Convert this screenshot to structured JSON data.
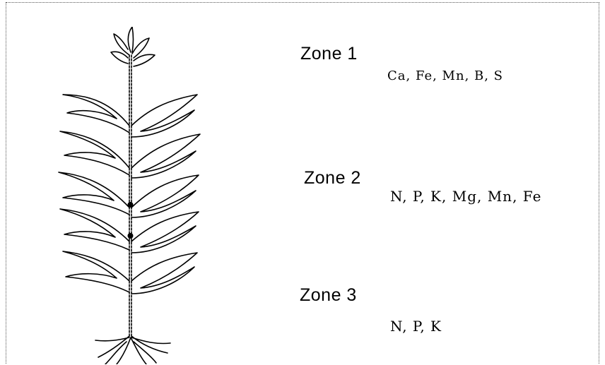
{
  "zones": [
    {
      "title": "Zone 1",
      "nutrients": "Ca, Fe, Mn, B, S"
    },
    {
      "title": "Zone 2",
      "nutrients": "N, P, K, Mg, Mn, Fe"
    },
    {
      "title": "Zone 3",
      "nutrients": "N, P, K"
    }
  ]
}
